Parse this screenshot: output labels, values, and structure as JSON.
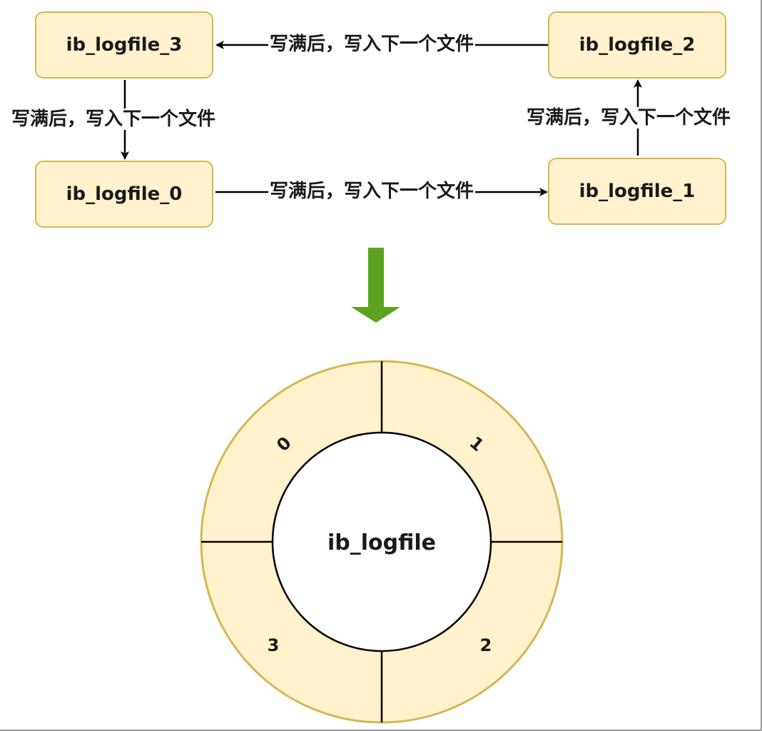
{
  "files": {
    "f0": "ib_logfile_0",
    "f1": "ib_logfile_1",
    "f2": "ib_logfile_2",
    "f3": "ib_logfile_3"
  },
  "edges": {
    "f0_to_f1": "写满后，写入下一个文件",
    "f1_to_f2": "写满后，写入下一个文件",
    "f2_to_f3": "写满后，写入下一个文件",
    "f3_to_f0": "写满后，写入下一个文件"
  },
  "ring": {
    "center_label": "ib_logfile",
    "segments": [
      "0",
      "1",
      "2",
      "3"
    ]
  },
  "colors": {
    "box_fill": "#fff2cc",
    "box_border": "#d6b656",
    "arrow_green": "#5ba31e"
  }
}
